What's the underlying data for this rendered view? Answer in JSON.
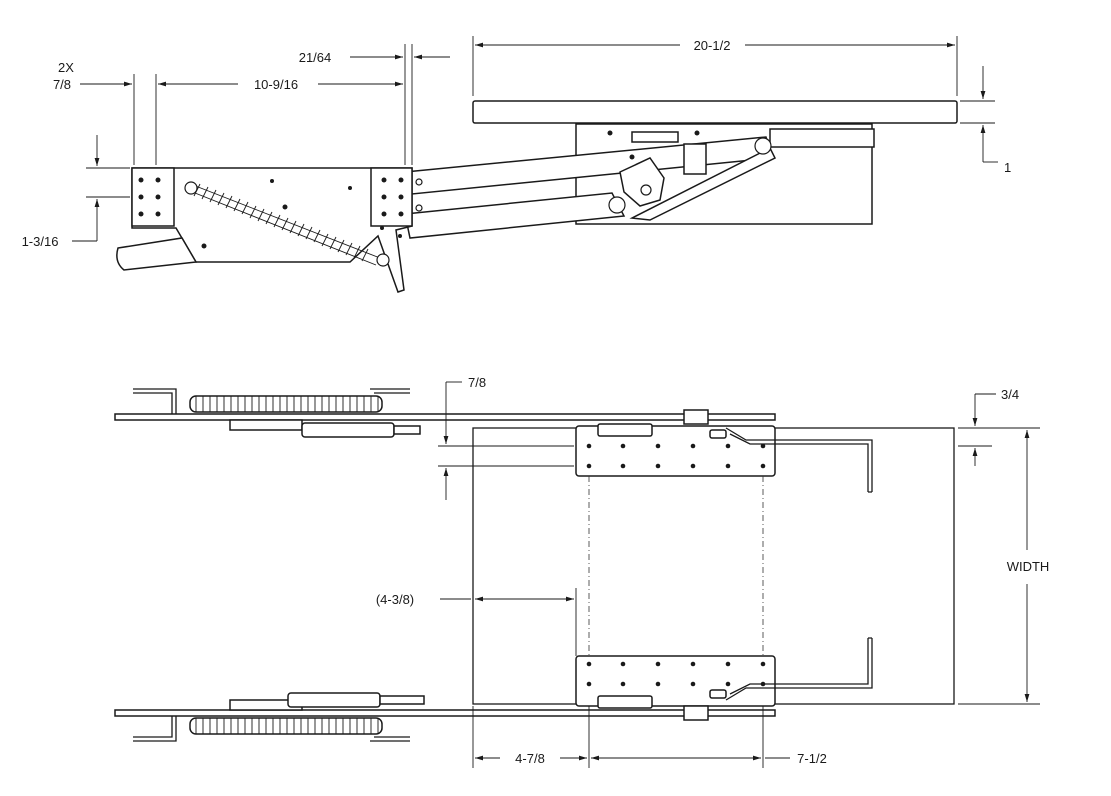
{
  "dimensions": {
    "qty_prefix": "2X",
    "flange_width": "7/8",
    "pivot_spacing": "10-9/16",
    "offset_small": "21/64",
    "hole_spacing_vertical": "1-3/16",
    "platform_length": "20-1/2",
    "platform_thickness": "1",
    "bracket_offset_top": "7/8",
    "setback": "3/4",
    "width_label": "WIDTH",
    "inner_offset": "(4-3/8)",
    "front_offset": "4-7/8",
    "rear_offset": "7-1/2"
  }
}
